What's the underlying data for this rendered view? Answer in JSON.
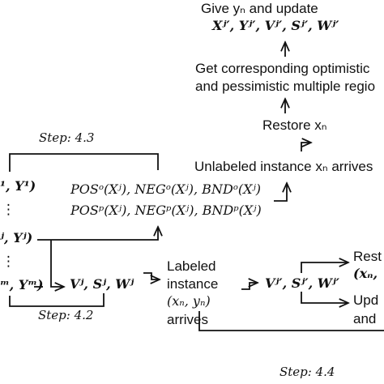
{
  "top": {
    "give_line": "Give yₙ and update",
    "update_vars": "Xʲ′, Yʲ′, Vʲ′, Sʲ′, Wʲ′"
  },
  "get_regions": {
    "line1": "Get corresponding optimistic",
    "line2": "and pessimistic multiple regio"
  },
  "restore_xn": "Restore xₙ",
  "unlabeled": "Unlabeled instance xₙ arrives",
  "step_43": "Step: 4.3",
  "step_42": "Step: 4.2",
  "step_44": "Step: 4.4",
  "regions": {
    "optimistic": "POSᵒ(Xʲ), NEGᵒ(Xʲ), BNDᵒ(Xʲ)",
    "pessimistic": "POSᵖ(Xʲ), NEGᵖ(Xʲ), BNDᵖ(Xʲ)"
  },
  "left_column": {
    "row1": "¹, Y¹)",
    "dots1": "⋮",
    "rowj": "ʲ, Yʲ)",
    "dots2": "⋮",
    "rowm": "ᵐ, Yᵐ)"
  },
  "vsw": "Vʲ, Sʲ, Wʲ",
  "labeled": {
    "line1": "Labeled",
    "line2": "instance",
    "line3": "(xₙ, yₙ)",
    "line4": "arrives"
  },
  "vsw_prime": "Vʲ′, Sʲ′, Wʲ′",
  "right_edge": {
    "restore": "Rest",
    "restore_var": "(xₙ,",
    "update": "Upd",
    "and": "and"
  }
}
